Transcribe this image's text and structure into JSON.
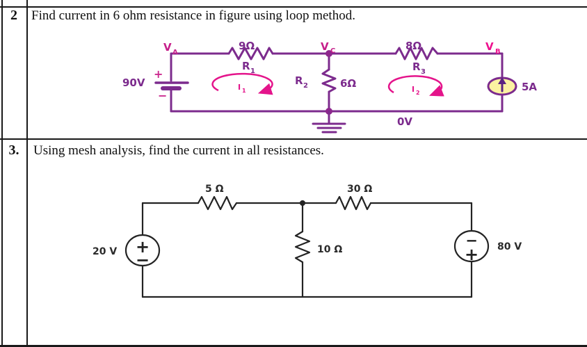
{
  "table": {
    "rows": [
      {
        "num": "2",
        "question": "Find current in 6 ohm resistance in figure using loop method."
      },
      {
        "num": "3.",
        "question": "Using mesh analysis, find the current in all resistances."
      }
    ]
  },
  "circuit1": {
    "colors": {
      "wire": "#7c2b8d",
      "node_label": "#c61f8a",
      "node_label_b": "#ee108e",
      "loop": "#e4148b",
      "sign": "#cb2a8f",
      "current_source_fill": "#fbf2a1",
      "current_source_arrow": "#5b2382"
    },
    "source": {
      "label": "90V",
      "plus": "+",
      "minus": "−"
    },
    "r1": {
      "value": "9Ω",
      "main": "R",
      "sub": "1"
    },
    "r2": {
      "value": "6Ω",
      "main": "R",
      "sub": "2"
    },
    "r3": {
      "value": "8Ω",
      "main": "R",
      "sub": "3"
    },
    "nodes": {
      "a": {
        "main": "V",
        "sub": "A"
      },
      "b": {
        "main": "V",
        "sub": "B"
      },
      "c": {
        "main": "V",
        "sub": "C"
      }
    },
    "loops": {
      "i1": {
        "main": "I",
        "sub": "1"
      },
      "i2": {
        "main": "I",
        "sub": "2"
      }
    },
    "current_source": {
      "label": "5A"
    },
    "ground_ref": "0V"
  },
  "circuit2": {
    "colors": {
      "wire": "#232323"
    },
    "left_source": {
      "label": "20 V",
      "top_sign": "+",
      "bottom_sign": "−"
    },
    "right_source": {
      "label": "80 V",
      "top_sign": "−",
      "bottom_sign": "+"
    },
    "r_top_left": "5 Ω",
    "r_top_right": "30 Ω",
    "r_middle": "10 Ω"
  }
}
